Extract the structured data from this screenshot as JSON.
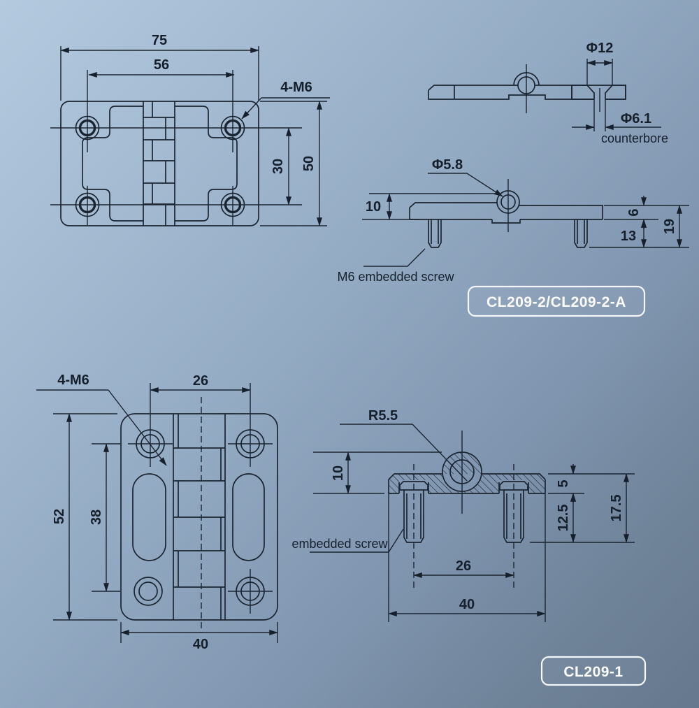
{
  "palette": {
    "background_top_left": "#b3cadf",
    "background_bottom_right": "#66788e",
    "line_color": "#1b2532",
    "badge_border": "#f4f7fa",
    "badge_text_color": "#ffffff"
  },
  "cl209_2": {
    "badge": "CL209-2/CL209-2-A",
    "front_view": {
      "overall_width": "75",
      "hole_span": "56",
      "thread_callout": "4-M6",
      "hole_row_span": "30",
      "overall_height": "50"
    },
    "plan_view": {
      "counterbore_dia": "Φ12",
      "hole_dia": "Φ6.1",
      "counterbore_label": "counterbore"
    },
    "section_view": {
      "pin_dia": "Φ5.8",
      "knuckle_height": "10",
      "leaf_thickness": "6",
      "screw_length": "13",
      "overall_height": "19",
      "screw_label": "M6 embedded screw"
    }
  },
  "cl209_1": {
    "badge": "CL209-1",
    "front_view": {
      "thread_callout": "4-M6",
      "hole_span": "26",
      "overall_height": "52",
      "hole_row_span": "38",
      "overall_width": "40"
    },
    "section_view": {
      "knuckle_radius": "R5.5",
      "knuckle_height": "10",
      "plate_thickness": "5",
      "screw_length": "12.5",
      "overall_height": "17.5",
      "screw_span": "26",
      "overall_width": "40",
      "screw_label": "embedded screw"
    }
  }
}
